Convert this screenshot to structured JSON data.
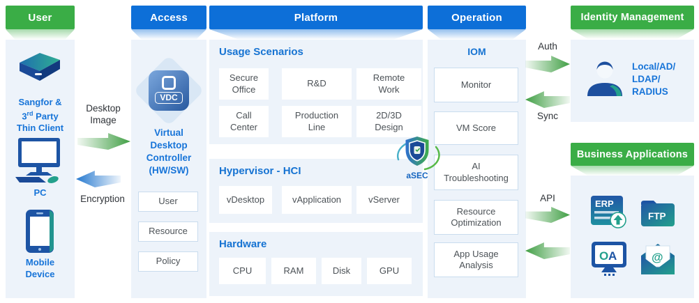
{
  "colors": {
    "header_green": "#3aad46",
    "header_blue": "#0d6fd8",
    "accent_blue_text": "#1673d2",
    "panel_bg": "#edf3fa",
    "box_border": "#c9dcee",
    "arrow_green": "#419f45",
    "arrow_blue": "#2679cf",
    "box_text": "#4c5257"
  },
  "user_column": {
    "header": "User",
    "thin_client": {
      "line1": "Sangfor &",
      "num": "3",
      "sup": "rd",
      "rest": " Party",
      "line3": "Thin Client"
    },
    "pc_label": "PC",
    "mobile_label_line1": "Mobile",
    "mobile_label_line2": "Device"
  },
  "access_column": {
    "header": "Access",
    "vdc_badge": "VDC",
    "label_lines": [
      "Virtual",
      "Desktop",
      "Controller",
      "(HW/SW)"
    ],
    "boxes": [
      "User",
      "Resource",
      "Policy"
    ]
  },
  "platform_column": {
    "header": "Platform",
    "usage": {
      "title": "Usage Scenarios",
      "boxes": [
        "Secure Office",
        "R&D",
        "Remote Work",
        "Call Center",
        "Production Line",
        "2D/3D Design"
      ]
    },
    "hypervisor": {
      "title": "Hypervisor - HCI",
      "boxes": [
        "vDesktop",
        "vApplication",
        "vServer"
      ]
    },
    "hardware": {
      "title": "Hardware",
      "boxes": [
        "CPU",
        "RAM",
        "Disk",
        "GPU"
      ]
    }
  },
  "operation_column": {
    "header": "Operation",
    "title": "IOM",
    "boxes": [
      "Monitor",
      "VM Score",
      "AI Troubleshooting",
      "Resource Optimization",
      "App Usage Analysis"
    ]
  },
  "identity": {
    "header": "Identity Management",
    "lines": [
      "Local/AD/",
      "LDAP/",
      "RADIUS"
    ]
  },
  "business": {
    "header": "Business Applications",
    "erp_label": "ERP",
    "ftp_label": "FTP",
    "oa_label_o": "O",
    "oa_label_a": "A",
    "mail_at": "@"
  },
  "arrows": {
    "desktop_image": "Desktop Image",
    "encryption": "Encryption",
    "auth": "Auth",
    "sync": "Sync",
    "api": "API"
  },
  "security_badge": {
    "label": "aSEC"
  }
}
